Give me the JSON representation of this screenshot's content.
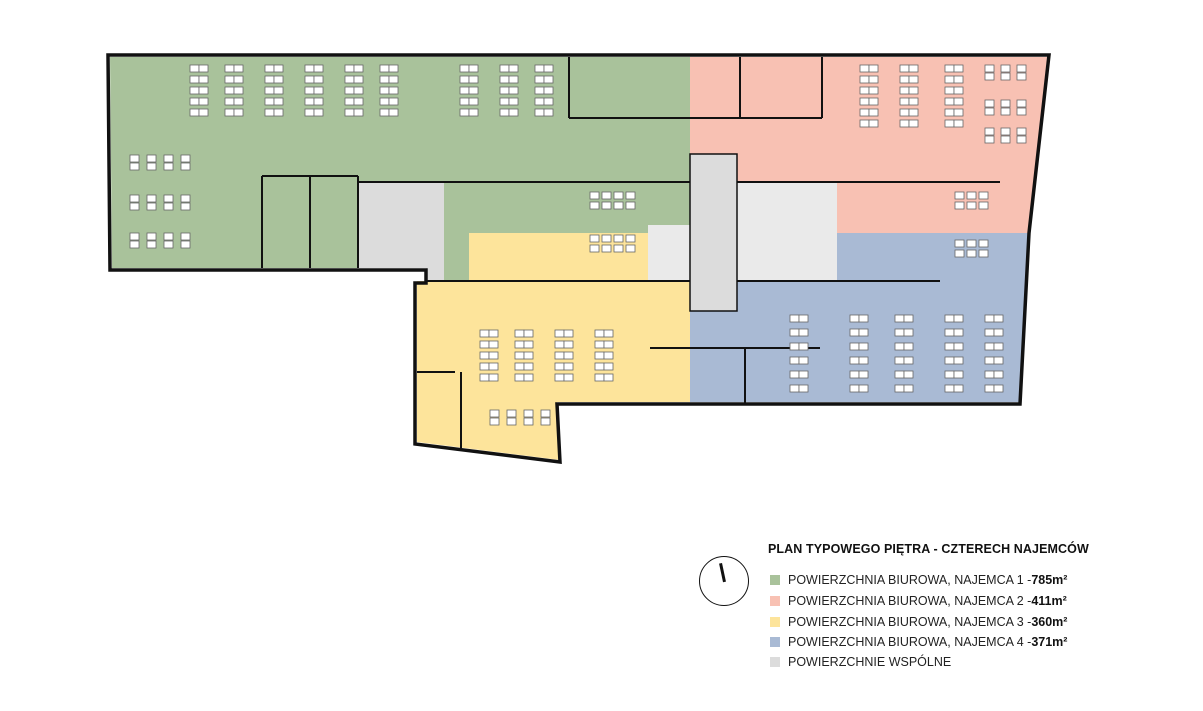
{
  "legend": {
    "title": "PLAN TYPOWEGO PIĘTRA - CZTERECH NAJEMCÓW",
    "compass_icon": "north-arrow",
    "items": [
      {
        "label": "POWIERZCHNIA BIUROWA, NAJEMCA 1 - ",
        "area": "785m²",
        "color": "#a9c29b"
      },
      {
        "label": "POWIERZCHNIA BIUROWA, NAJEMCA 2 - ",
        "area": "411m²",
        "color": "#f8c1b3"
      },
      {
        "label": "POWIERZCHNIA BIUROWA, NAJEMCA 3 - ",
        "area": "360m²",
        "color": "#fde49b"
      },
      {
        "label": "POWIERZCHNIA BIUROWA, NAJEMCA 4 - ",
        "area": "371m²",
        "color": "#a9bad4"
      },
      {
        "label": "POWIERZCHNIE WSPÓLNE",
        "area": null,
        "color": "#dcdcdc"
      }
    ]
  }
}
